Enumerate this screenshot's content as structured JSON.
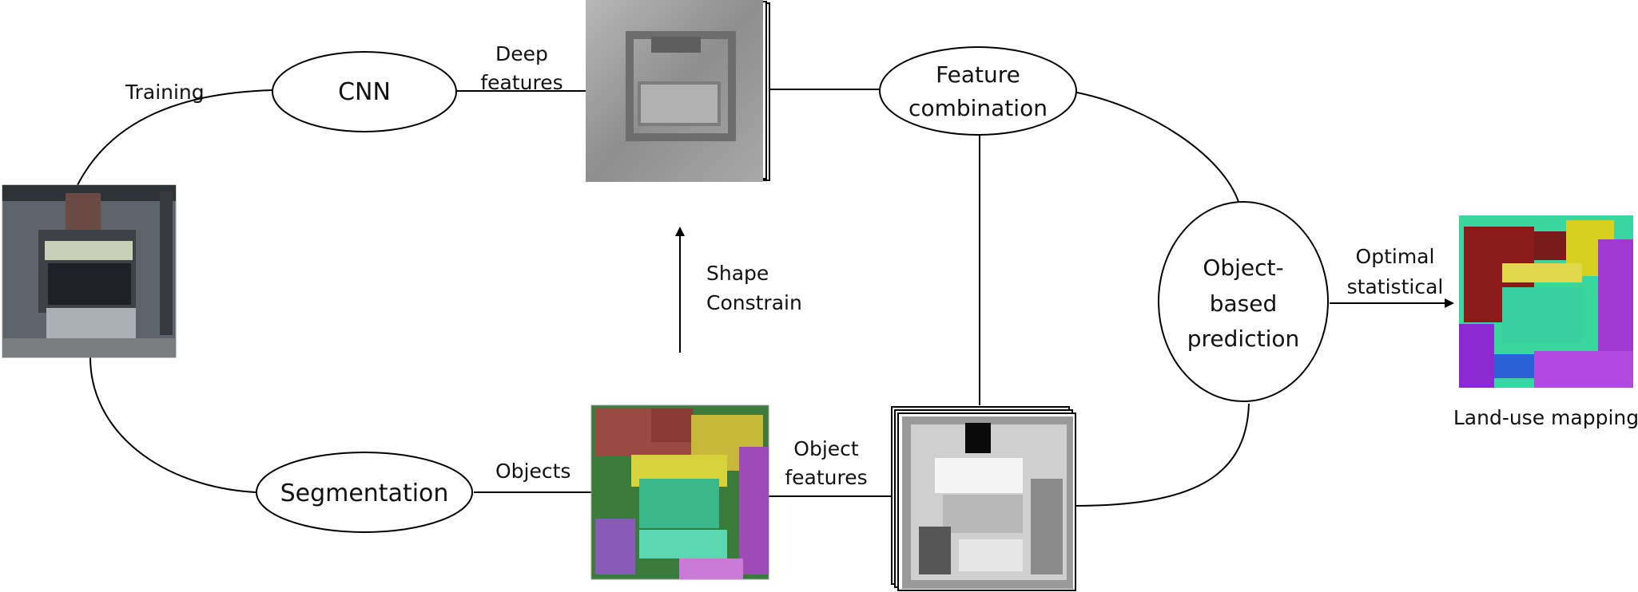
{
  "nodes": {
    "cnn": "CNN",
    "segmentation": "Segmentation",
    "feature_combination": [
      "Feature",
      "combination"
    ],
    "object_based_prediction": [
      "Object-",
      "based",
      "prediction"
    ]
  },
  "edge_labels": {
    "training": "Training",
    "deep_features": [
      "Deep",
      "features"
    ],
    "objects": "Objects",
    "object_features": [
      "Object",
      "features"
    ],
    "shape_constrain": [
      "Shape",
      "Constrain"
    ],
    "optimal_statistical": [
      "Optimal",
      "statistical"
    ]
  },
  "captions": {
    "land_use_mapping": "Land-use mapping"
  },
  "images": {
    "input": "rooftop-aerial-image",
    "deep_features": "deep-feature-map-stack",
    "segmentation": "segmented-objects-image",
    "object_features": "object-feature-map-stack",
    "land_use": "land-use-map"
  }
}
